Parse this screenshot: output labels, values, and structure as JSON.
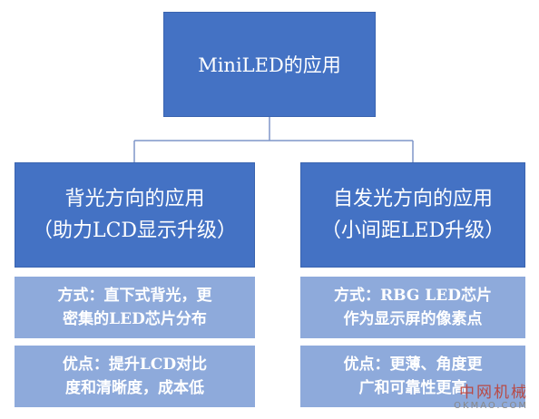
{
  "root": {
    "label": "MiniLED的应用"
  },
  "left": {
    "title_line1": "背光方向的应用",
    "title_line2": "（助力LCD显示升级）",
    "method_line1": "方式：直下式背光，更",
    "method_line2": "密集的LED芯片分布",
    "advantage_line1": "优点：提升LCD对比",
    "advantage_line2": "度和清晰度，成本低"
  },
  "right": {
    "title_line1": "自发光方向的应用",
    "title_line2": "（小间距LED升级）",
    "method_line1": "方式：RBG LED芯片",
    "method_line2": "作为显示屏的像素点",
    "advantage_line1": "优点：更薄、角度更",
    "advantage_line2": "广和可靠性更高"
  },
  "watermark": {
    "cn": "中网机械",
    "en": "OKMAO.COM"
  },
  "colors": {
    "box_dark": "#4472c4",
    "box_light": "#8eaadb",
    "connector": "#7f96c9"
  }
}
